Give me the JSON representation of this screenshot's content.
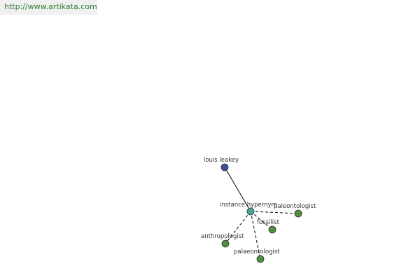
{
  "header": {
    "url": "http://www.artikata.com"
  },
  "graph": {
    "nodes": [
      {
        "id": "louis-leakey",
        "label": "louis leakey",
        "role": "source",
        "color": "#3b4fa0"
      },
      {
        "id": "instance-hypernym",
        "label": "instance hypernym",
        "role": "hub",
        "color": "#4aa39a"
      },
      {
        "id": "paleontologist",
        "label": "paleontologist",
        "role": "leaf",
        "color": "#4f8f3f"
      },
      {
        "id": "fossilist",
        "label": "fossilist",
        "role": "leaf",
        "color": "#4f8f3f"
      },
      {
        "id": "anthropologist",
        "label": "anthropologist",
        "role": "leaf",
        "color": "#4f8f3f"
      },
      {
        "id": "palaeontologist",
        "label": "palaeontologist",
        "role": "leaf",
        "color": "#4f8f3f"
      }
    ],
    "edges": [
      {
        "from": "louis-leakey",
        "to": "instance-hypernym",
        "style": "solid"
      },
      {
        "from": "instance-hypernym",
        "to": "paleontologist",
        "style": "dashed"
      },
      {
        "from": "instance-hypernym",
        "to": "fossilist",
        "style": "dashed"
      },
      {
        "from": "instance-hypernym",
        "to": "anthropologist",
        "style": "dashed"
      },
      {
        "from": "instance-hypernym",
        "to": "palaeontologist",
        "style": "dashed"
      }
    ]
  }
}
